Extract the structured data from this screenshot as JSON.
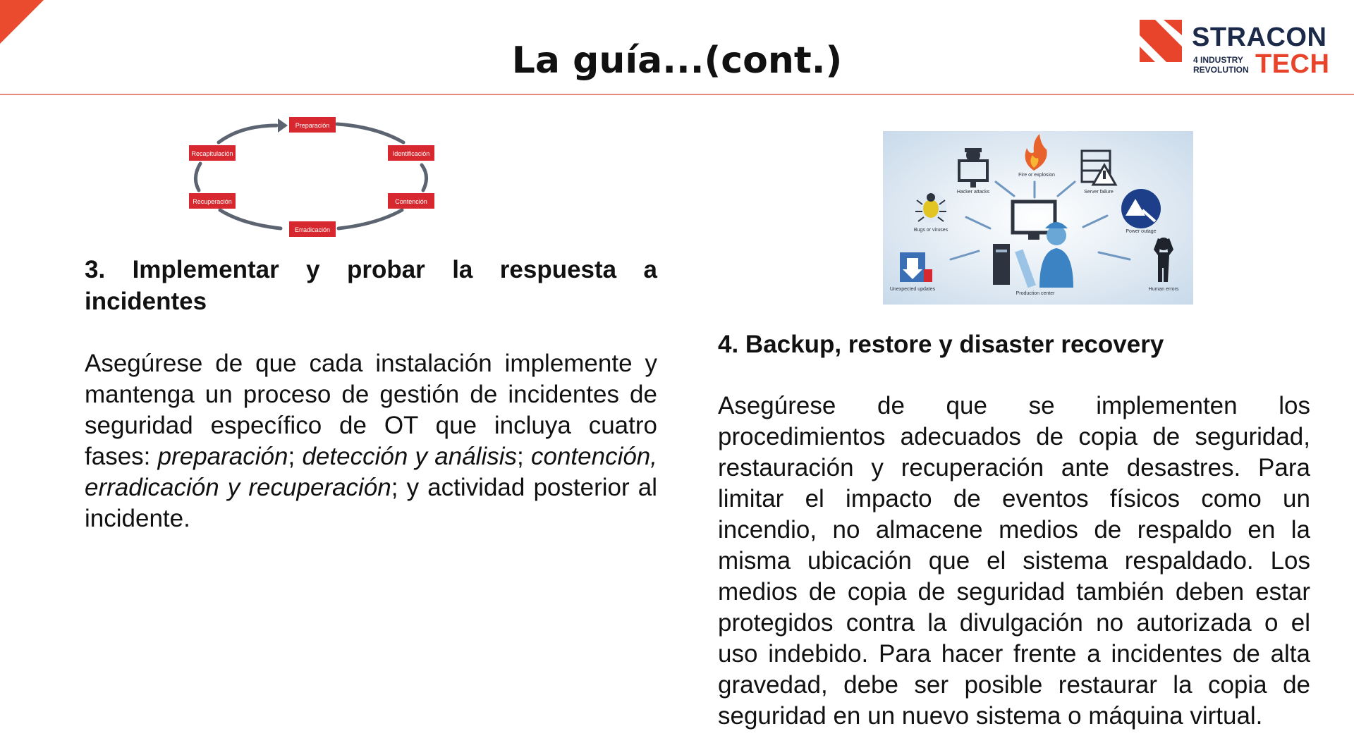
{
  "header": {
    "title": "La guía...(cont.)",
    "logo": {
      "name": "STRACON",
      "sub_line1": "4 INDUSTRY",
      "sub_line2": "REVOLUTION",
      "tech": "TECH"
    }
  },
  "colors": {
    "accent": "#ea4a2e",
    "logo_navy": "#1c2a4a",
    "phase_red": "#d7282f",
    "arrow_gray": "#5b6470"
  },
  "cycle_diagram": {
    "phases": [
      "Preparación",
      "Identificación",
      "Contención",
      "Erradicación",
      "Recuperación",
      "Recapitulación"
    ]
  },
  "illustration": {
    "labels": [
      "Hacker attacks",
      "Fire or explosion",
      "Server failure",
      "Bugs or viruses",
      "Power outage",
      "Unexpected updates",
      "Production center",
      "Human errors"
    ]
  },
  "section3": {
    "heading": "3. Implementar y probar la respuesta a incidentes",
    "body_intro": "Asegúrese de que cada instalación implemente y mantenga un proceso de gestión de incidentes de seguridad específico de OT que incluya cuatro fases: ",
    "phase1": "preparación",
    "sep1": "; ",
    "phase2": "detección y análisis",
    "sep2": "; ",
    "phase3": "contención, erradicación y recuperación",
    "body_end": "; y actividad posterior al incidente."
  },
  "section4": {
    "heading": "4. Backup, restore y disaster recovery",
    "body": "Asegúrese de que se implementen los procedimientos adecuados de copia de seguridad, restauración y recuperación ante desastres. Para limitar el impacto de eventos físicos como un incendio, no almacene medios de respaldo en la misma ubicación que el sistema respaldado. Los medios de copia de seguridad también deben estar protegidos contra la divulgación no autorizada o el uso indebido. Para hacer frente a incidentes de alta gravedad, debe ser posible restaurar la copia de seguridad en un nuevo sistema o máquina virtual."
  }
}
